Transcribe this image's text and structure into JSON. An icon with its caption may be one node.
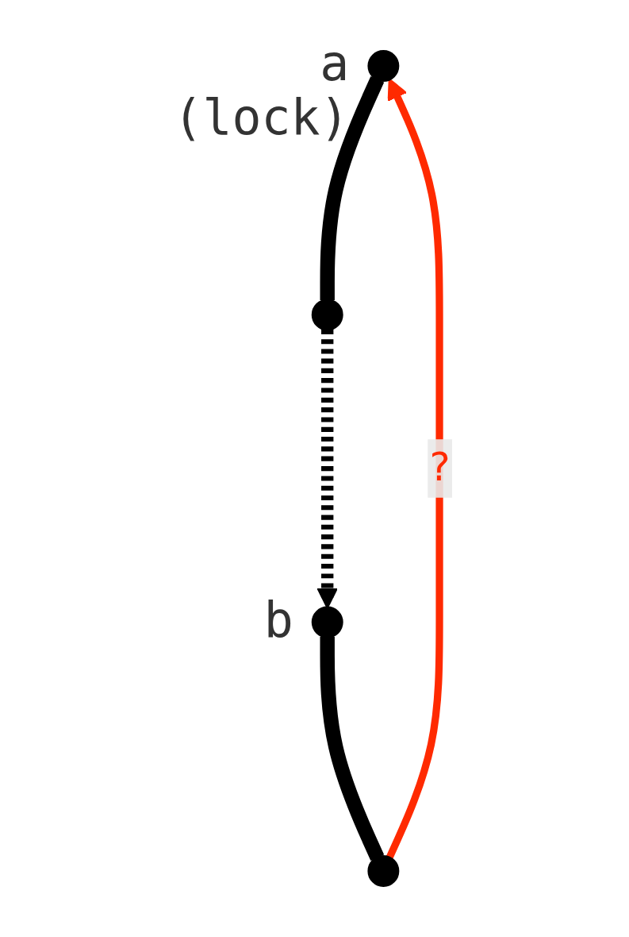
{
  "diagram": {
    "nodes": [
      {
        "text": [],
        "shape": "circle",
        "beside": [
          "a",
          "(lock)"
        ]
      },
      {
        "text": [],
        "shape": "circle"
      },
      {
        "text": [],
        "shape": "circle",
        "beside": [
          "b"
        ]
      },
      {
        "text": [],
        "shape": "circle"
      }
    ],
    "edges": [
      {
        "from": 0,
        "to": 1,
        "arrow": "none"
      },
      {
        "from": 1,
        "to": 2,
        "arrow": "to",
        "style": "dashed"
      },
      {
        "from": 2,
        "to": 3,
        "arrow": "none"
      },
      {
        "from": 3,
        "to": 0,
        "arrow": "to",
        "label": "?",
        "color": "#ff2a00"
      }
    ]
  }
}
